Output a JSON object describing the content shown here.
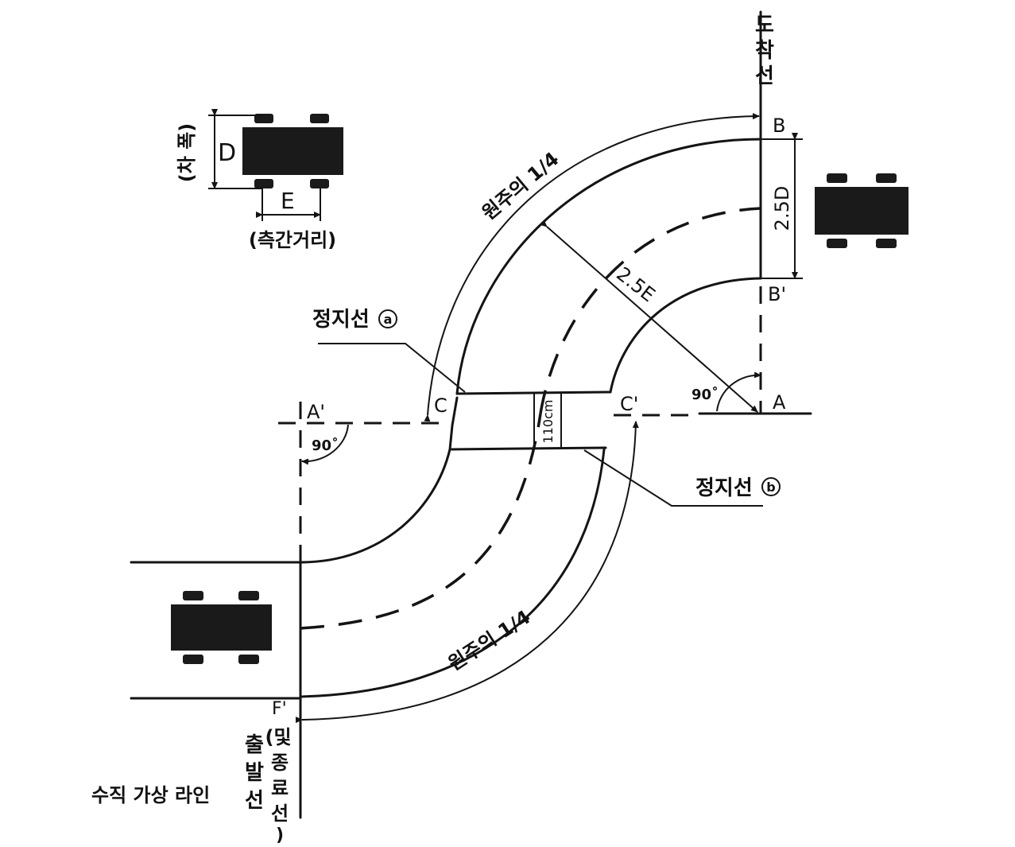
{
  "labels": {
    "arrival_line": [
      "도",
      "착",
      "선"
    ],
    "B": "B",
    "B_prime": "B'",
    "A": "A",
    "A_prime": "A'",
    "C": "C",
    "C_prime": "C'",
    "F_prime": "F'",
    "D": "D",
    "E": "E",
    "track_width": "(차 폭)",
    "axle_distance": "(측간거리)",
    "quarter_arc_top": "원주의 1/4",
    "quarter_arc_bottom": "원주의 1/4",
    "dim_2_5D": "2.5D",
    "dim_2_5E": "2.5E",
    "angle_right": "90˚",
    "angle_left": "90˚",
    "gap_110": "110cm",
    "stop_line_a": "정지선",
    "stop_line_a_mark": "a",
    "stop_line_b": "정지선",
    "stop_line_b_mark": "b",
    "virtual_line": "수직 가상 라인",
    "start_line": [
      "출",
      "발",
      "선"
    ],
    "end_line": [
      "(및",
      "종",
      "료",
      "선",
      ")"
    ]
  }
}
